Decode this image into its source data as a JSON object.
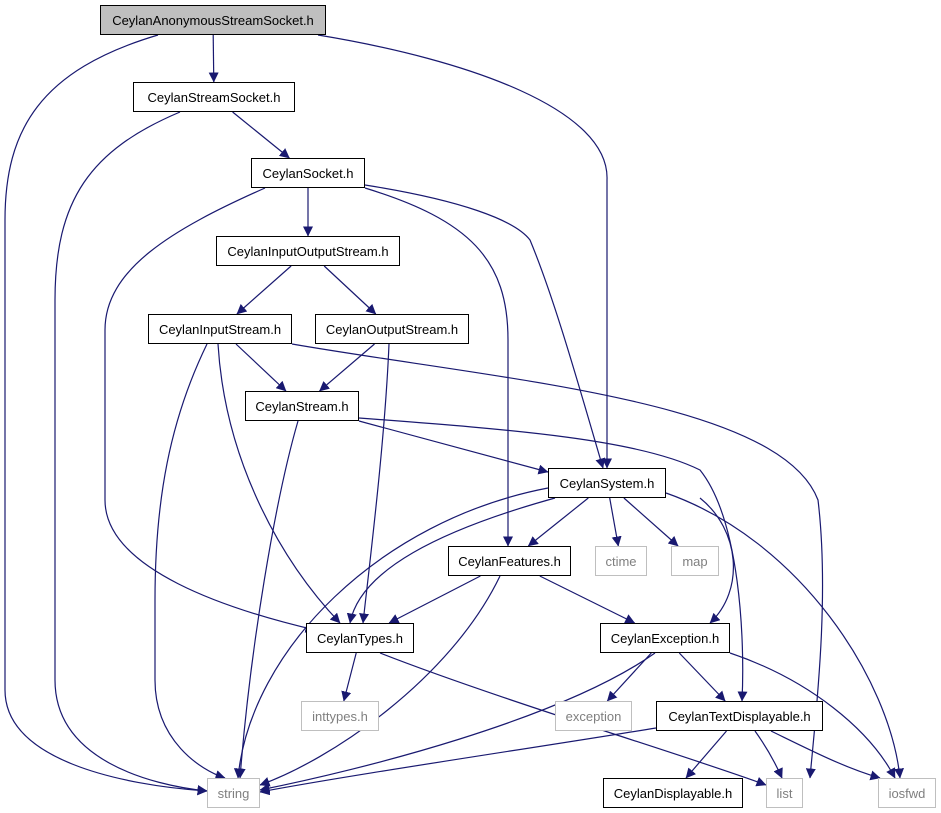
{
  "colors": {
    "edge": "#191970",
    "root_fill": "#bfbfbf",
    "doc_border": "#000000",
    "sys_border": "#bfbfbf",
    "sys_text": "#7f7f7f"
  },
  "nodes": {
    "anon": {
      "label": "CeylanAnonymousStreamSocket.h",
      "kind": "root"
    },
    "streamsock": {
      "label": "CeylanStreamSocket.h",
      "kind": "doc"
    },
    "socket": {
      "label": "CeylanSocket.h",
      "kind": "doc"
    },
    "ios": {
      "label": "CeylanInputOutputStream.h",
      "kind": "doc"
    },
    "istream": {
      "label": "CeylanInputStream.h",
      "kind": "doc"
    },
    "ostream": {
      "label": "CeylanOutputStream.h",
      "kind": "doc"
    },
    "stream": {
      "label": "CeylanStream.h",
      "kind": "doc"
    },
    "system": {
      "label": "CeylanSystem.h",
      "kind": "doc"
    },
    "features": {
      "label": "CeylanFeatures.h",
      "kind": "doc"
    },
    "ctime": {
      "label": "ctime",
      "kind": "sys"
    },
    "map": {
      "label": "map",
      "kind": "sys"
    },
    "types": {
      "label": "CeylanTypes.h",
      "kind": "doc"
    },
    "exception": {
      "label": "CeylanException.h",
      "kind": "doc"
    },
    "inttypes": {
      "label": "inttypes.h",
      "kind": "sys"
    },
    "exceptionstd": {
      "label": "exception",
      "kind": "sys"
    },
    "textdisp": {
      "label": "CeylanTextDisplayable.h",
      "kind": "doc"
    },
    "string": {
      "label": "string",
      "kind": "sys"
    },
    "displayable": {
      "label": "CeylanDisplayable.h",
      "kind": "doc"
    },
    "list": {
      "label": "list",
      "kind": "sys"
    },
    "iosfwd": {
      "label": "iosfwd",
      "kind": "sys"
    }
  },
  "edges": [
    [
      "anon",
      "streamsock"
    ],
    [
      "anon",
      "system"
    ],
    [
      "anon",
      "string"
    ],
    [
      "streamsock",
      "socket"
    ],
    [
      "streamsock",
      "string"
    ],
    [
      "socket",
      "ios"
    ],
    [
      "socket",
      "system"
    ],
    [
      "socket",
      "features"
    ],
    [
      "socket",
      "types"
    ],
    [
      "ios",
      "istream"
    ],
    [
      "ios",
      "ostream"
    ],
    [
      "istream",
      "stream"
    ],
    [
      "istream",
      "types"
    ],
    [
      "istream",
      "string"
    ],
    [
      "istream",
      "list"
    ],
    [
      "ostream",
      "stream"
    ],
    [
      "ostream",
      "types"
    ],
    [
      "stream",
      "system"
    ],
    [
      "stream",
      "textdisp"
    ],
    [
      "stream",
      "string"
    ],
    [
      "system",
      "features"
    ],
    [
      "system",
      "ctime"
    ],
    [
      "system",
      "map"
    ],
    [
      "system",
      "exception"
    ],
    [
      "system",
      "types"
    ],
    [
      "system",
      "string"
    ],
    [
      "system",
      "iosfwd"
    ],
    [
      "features",
      "types"
    ],
    [
      "features",
      "exception"
    ],
    [
      "features",
      "string"
    ],
    [
      "types",
      "inttypes"
    ],
    [
      "types",
      "list"
    ],
    [
      "exception",
      "exceptionstd"
    ],
    [
      "exception",
      "textdisp"
    ],
    [
      "exception",
      "string"
    ],
    [
      "exception",
      "iosfwd"
    ],
    [
      "textdisp",
      "displayable"
    ],
    [
      "textdisp",
      "list"
    ],
    [
      "textdisp",
      "iosfwd"
    ],
    [
      "textdisp",
      "string"
    ]
  ]
}
